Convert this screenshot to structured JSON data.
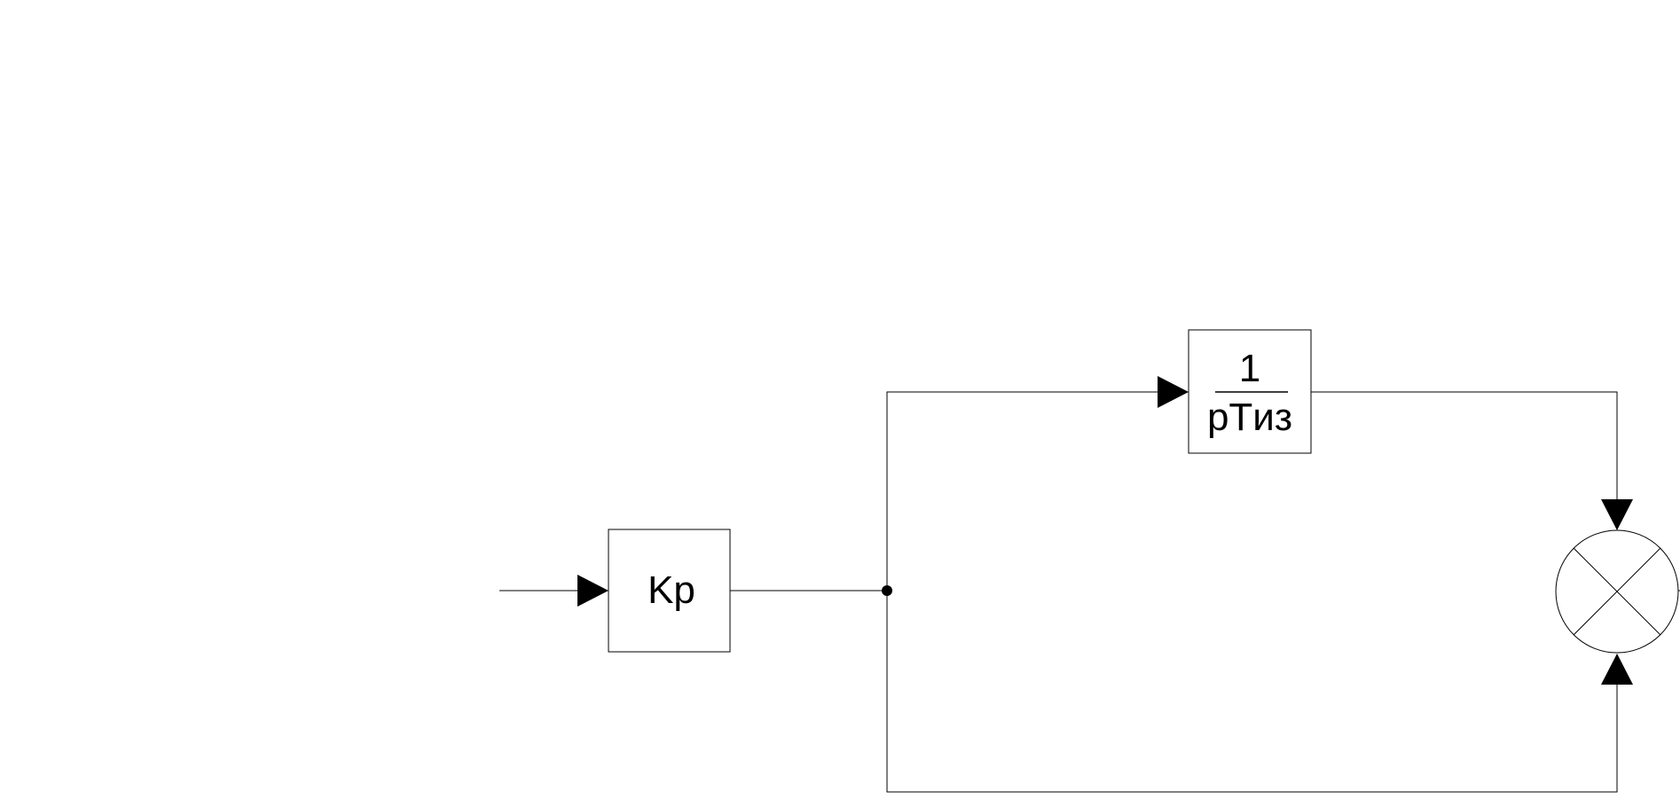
{
  "blocks": {
    "gain": {
      "label": "Kp"
    },
    "integrator": {
      "numerator": "1",
      "denominator": "pTиз"
    }
  },
  "summing_junction": {
    "symbol": "cross-circle"
  },
  "colors": {
    "stroke": "#000000",
    "background": "#ffffff"
  }
}
